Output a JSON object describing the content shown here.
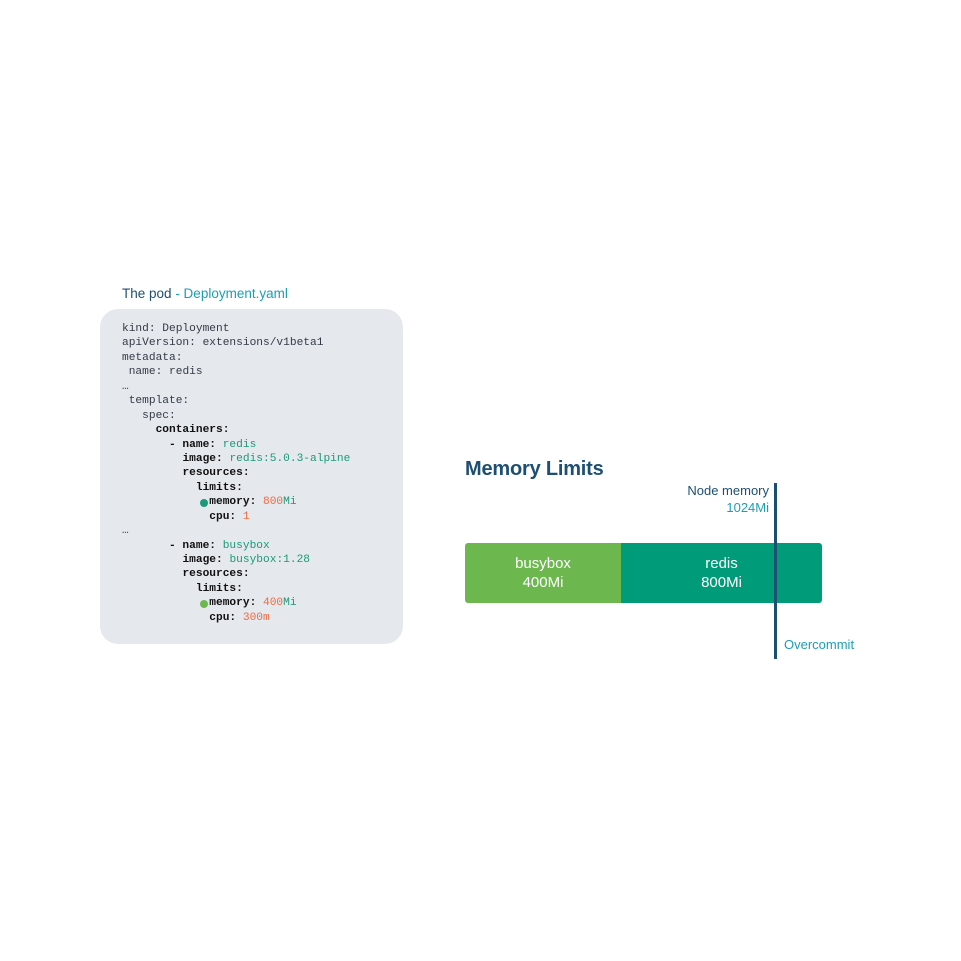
{
  "heading": {
    "prefix": "The pod",
    "file": "- Deployment.yaml"
  },
  "code_lines": [
    {
      "indent": "",
      "key": "kind:",
      "value": "Deployment"
    },
    {
      "indent": "",
      "key": "apiVersion:",
      "value": "extensions/v1beta1"
    },
    {
      "indent": "",
      "key": "metadata:",
      "value": ""
    },
    {
      "indent": " ",
      "key": "name:",
      "value": "redis"
    },
    {
      "indent": "",
      "key": "…",
      "value": ""
    },
    {
      "indent": " ",
      "key": "template:",
      "value": ""
    },
    {
      "indent": "   ",
      "key": "spec:",
      "value": ""
    },
    {
      "indent": "     ",
      "key": "containers:",
      "value": ""
    },
    {
      "indent": "       ",
      "key": "- name:",
      "value": "redis"
    },
    {
      "indent": "         ",
      "key": "image:",
      "value": "redis:5.0.3-alpine"
    },
    {
      "indent": "         ",
      "key": "resources:",
      "value": ""
    },
    {
      "indent": "           ",
      "key": "limits:",
      "value": ""
    },
    {
      "indent": "             ",
      "key": "memory:",
      "num": "800",
      "unit": "Mi",
      "dot": "#1a9a78"
    },
    {
      "indent": "             ",
      "key": "cpu:",
      "num": "1",
      "unit": ""
    },
    {
      "indent": "",
      "key": "…",
      "value": ""
    },
    {
      "indent": "       ",
      "key": "- name:",
      "value": "busybox"
    },
    {
      "indent": "         ",
      "key": "image:",
      "value": "busybox:1.28"
    },
    {
      "indent": "         ",
      "key": "resources:",
      "value": ""
    },
    {
      "indent": "           ",
      "key": "limits:",
      "value": ""
    },
    {
      "indent": "             ",
      "key": "memory:",
      "num": "400",
      "unit": "Mi",
      "dot": "#6cb84f"
    },
    {
      "indent": "             ",
      "key": "cpu:",
      "num": "300m",
      "unit": ""
    }
  ],
  "diagram": {
    "title": "Memory Limits",
    "node_label": "Node memory",
    "node_value": "1024Mi",
    "overcommit_label": "Overcommit",
    "segments": [
      {
        "name": "busybox",
        "value": "400Mi",
        "mi": 400,
        "color": "#6cb84f"
      },
      {
        "name": "redis",
        "value": "800Mi",
        "mi": 800,
        "color": "#009b78"
      }
    ],
    "node_capacity_mi": 1024
  },
  "colors": {
    "navy": "#1d4f73",
    "teal": "#1a9fb3",
    "green": "#1a9a78",
    "orange": "#f06a3f",
    "code_bg": "#e5e8ed"
  }
}
